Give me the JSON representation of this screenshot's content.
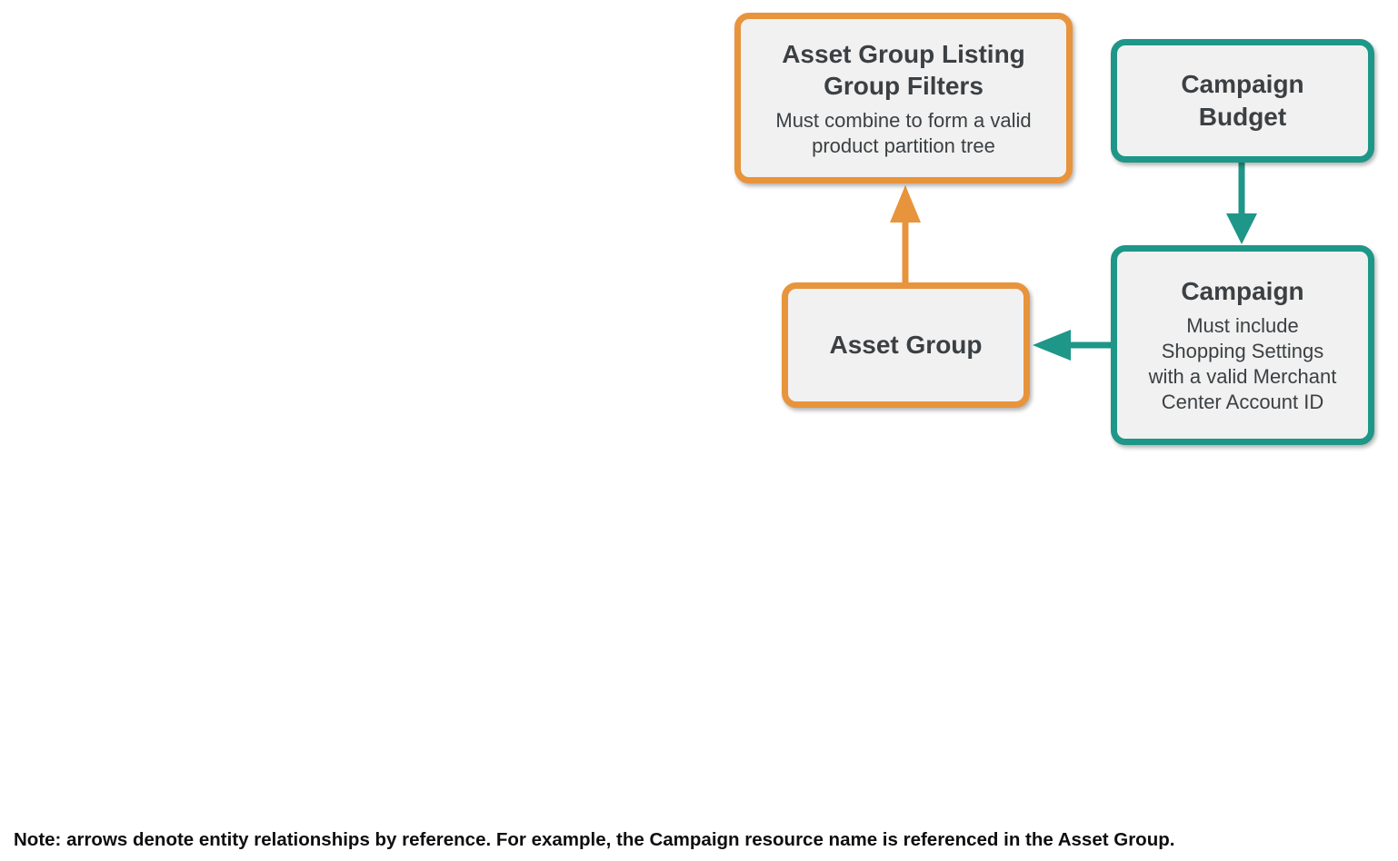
{
  "colors": {
    "orange": "#E8943C",
    "teal": "#1E9688",
    "box_fill": "#F1F1F1",
    "text": "#3C4043",
    "note_text": "#0E0E0E"
  },
  "diagram": {
    "nodes": {
      "listing_filters": {
        "title": "Asset Group Listing\nGroup Filters",
        "subtitle": "Must combine to form a valid\nproduct partition tree",
        "accent": "orange"
      },
      "campaign_budget": {
        "title": "Campaign\nBudget",
        "accent": "teal"
      },
      "asset_group": {
        "title": "Asset Group",
        "accent": "orange"
      },
      "campaign": {
        "title": "Campaign",
        "subtitle": "Must include\nShopping Settings\nwith a valid Merchant\nCenter Account ID",
        "accent": "teal"
      }
    },
    "edges": [
      {
        "from": "campaign_budget",
        "to": "campaign",
        "color": "teal",
        "direction": "down"
      },
      {
        "from": "campaign",
        "to": "asset_group",
        "color": "teal",
        "direction": "left"
      },
      {
        "from": "asset_group",
        "to": "listing_filters",
        "color": "orange",
        "direction": "up"
      }
    ]
  },
  "note": "Note: arrows denote entity relationships by reference. For example, the Campaign resource name is referenced in the Asset Group."
}
